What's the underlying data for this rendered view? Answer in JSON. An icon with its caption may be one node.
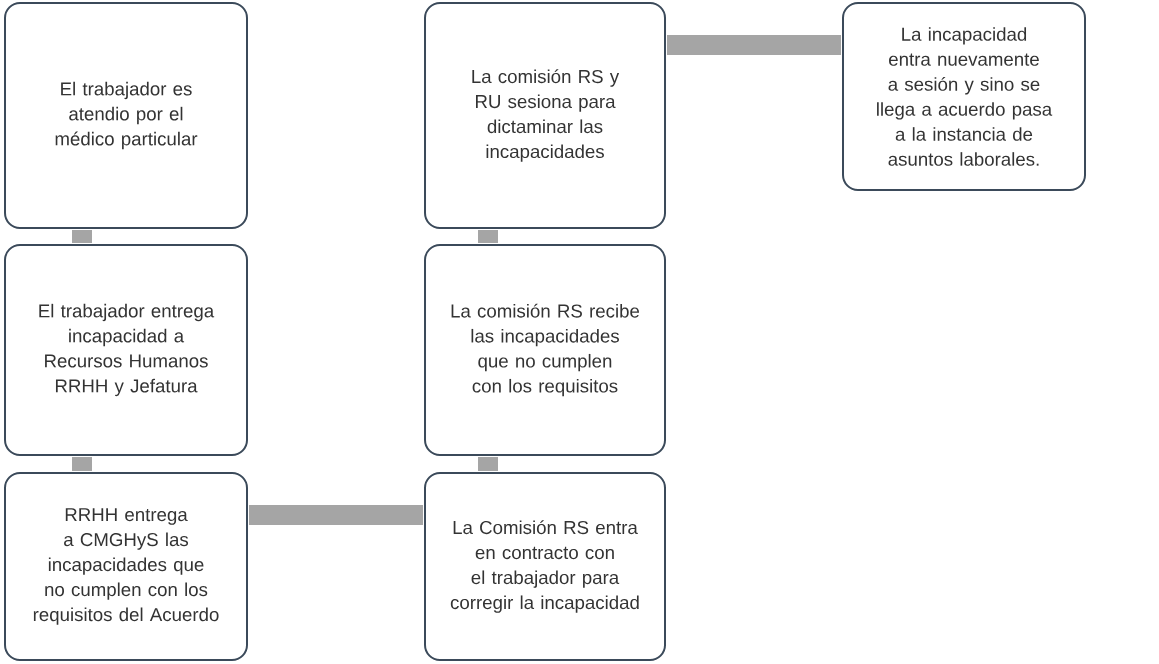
{
  "diagram": {
    "nodes": [
      {
        "text": [
          "El trabajador es atendio por el médico particular"
        ]
      },
      {
        "text": [
          "El trabajador entrega incapacidad a Recursos Humanos RRHH y Jefatura"
        ]
      },
      {
        "text": [
          "RRHH entrega a CMGHyS las incapacidades que no cumplen con los requisitos del Acuerdo"
        ]
      },
      {
        "text": [
          "La Comisión RS entra en contracto con el trabajador para corregir la incapacidad"
        ]
      },
      {
        "text": [
          "La comisión RS recibe las incapacidades que no cumplen con los requisitos"
        ]
      },
      {
        "text": [
          "La comisión RS y RU sesiona para dictaminar las incapacidades"
        ]
      },
      {
        "text": [
          "La incapacidad entra nuevamente a sesión y sino se llega a acuerdo pasa a la instancia de asuntos laborales."
        ]
      }
    ],
    "edges": [
      {
        "from": 0,
        "to": 1,
        "arrow": "none"
      },
      {
        "from": 1,
        "to": 2,
        "arrow": "none"
      },
      {
        "from": 2,
        "to": 3,
        "arrow": "none"
      },
      {
        "from": 3,
        "to": 4,
        "arrow": "none"
      },
      {
        "from": 4,
        "to": 5,
        "arrow": "none"
      },
      {
        "from": 5,
        "to": 6,
        "arrow": "none"
      }
    ]
  }
}
